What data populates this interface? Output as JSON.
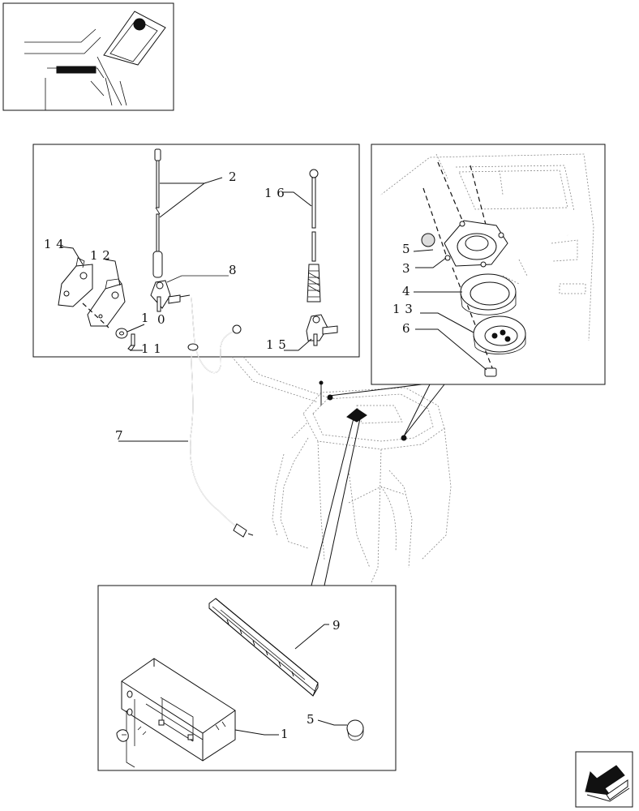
{
  "callouts": {
    "c2": "2",
    "c16": "1 6",
    "c14": "1 4",
    "c12": "1 2",
    "c8": "8",
    "c10a": "1",
    "c10b": "0",
    "c11": "1 1",
    "c15": "1 5",
    "c5a": "5",
    "c3": "3",
    "c4": "4",
    "c13": "1 3",
    "c6": "6",
    "c7": "7",
    "c9": "9",
    "c5b": "5",
    "c1": "1"
  },
  "icons": {
    "thumbnail": "cab-location-thumbnail",
    "nav": "previous-page-arrow-icon"
  }
}
